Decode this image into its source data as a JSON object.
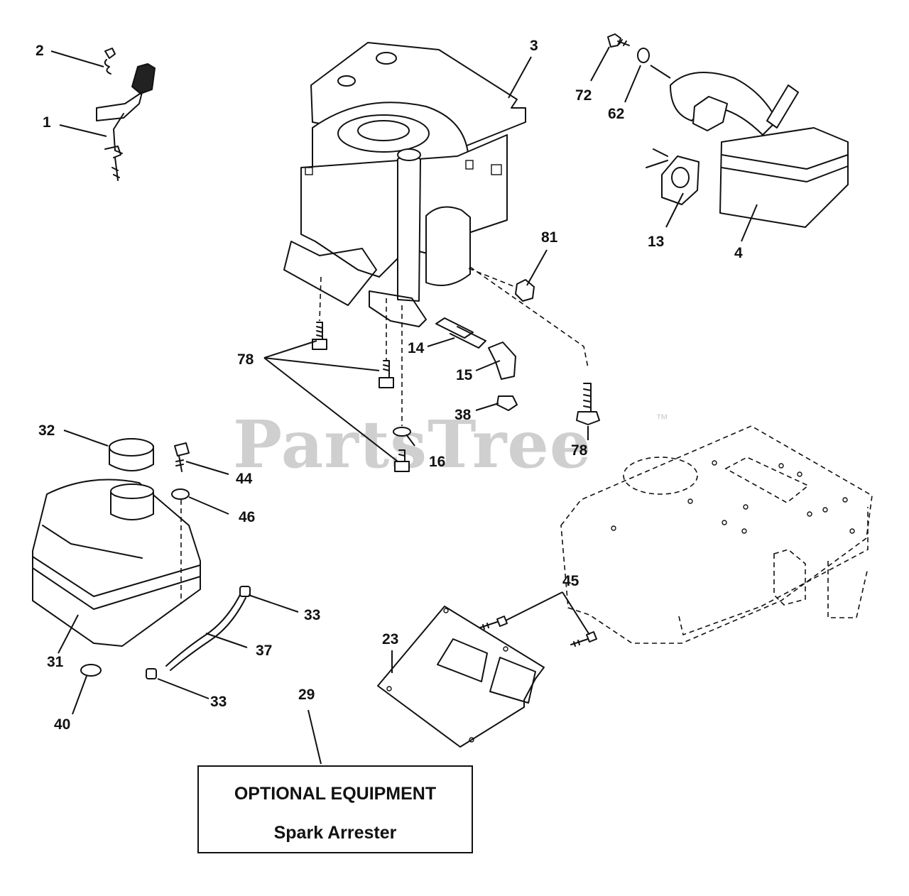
{
  "watermark": {
    "text": "PartsTree",
    "trademark": "™"
  },
  "optional_box": {
    "line1": "OPTIONAL EQUIPMENT",
    "line2": "Spark Arrester"
  },
  "callouts": {
    "c1": "1",
    "c2": "2",
    "c3": "3",
    "c4": "4",
    "c13": "13",
    "c14": "14",
    "c15": "15",
    "c16": "16",
    "c23": "23",
    "c29": "29",
    "c31": "31",
    "c32": "32",
    "c33a": "33",
    "c33b": "33",
    "c37": "37",
    "c38": "38",
    "c40": "40",
    "c44": "44",
    "c45": "45",
    "c46": "46",
    "c62": "62",
    "c72": "72",
    "c78a": "78",
    "c78b": "78",
    "c81": "81"
  },
  "parts": [
    {
      "id": "throttle-control",
      "callout": "1"
    },
    {
      "id": "knob-screw",
      "callout": "2"
    },
    {
      "id": "engine",
      "callout": "3"
    },
    {
      "id": "muffler",
      "callout": "4"
    },
    {
      "id": "exhaust-gasket",
      "callout": "13"
    },
    {
      "id": "nipple",
      "callout": "14"
    },
    {
      "id": "elbow",
      "callout": "15"
    },
    {
      "id": "washer",
      "callout": "16"
    },
    {
      "id": "heat-shield",
      "callout": "23"
    },
    {
      "id": "spark-arrester",
      "callout": "29"
    },
    {
      "id": "fuel-tank",
      "callout": "31"
    },
    {
      "id": "fuel-cap",
      "callout": "32"
    },
    {
      "id": "hose-clamp",
      "callout": "33"
    },
    {
      "id": "fuel-line",
      "callout": "37"
    },
    {
      "id": "drain-nut",
      "callout": "38"
    },
    {
      "id": "grommet",
      "callout": "40"
    },
    {
      "id": "tank-screw",
      "callout": "44"
    },
    {
      "id": "shield-screw",
      "callout": "45"
    },
    {
      "id": "tank-washer",
      "callout": "46"
    },
    {
      "id": "lock-washer",
      "callout": "62"
    },
    {
      "id": "muffler-bolt",
      "callout": "72"
    },
    {
      "id": "engine-bolt",
      "callout": "78"
    },
    {
      "id": "locknut",
      "callout": "81"
    }
  ]
}
